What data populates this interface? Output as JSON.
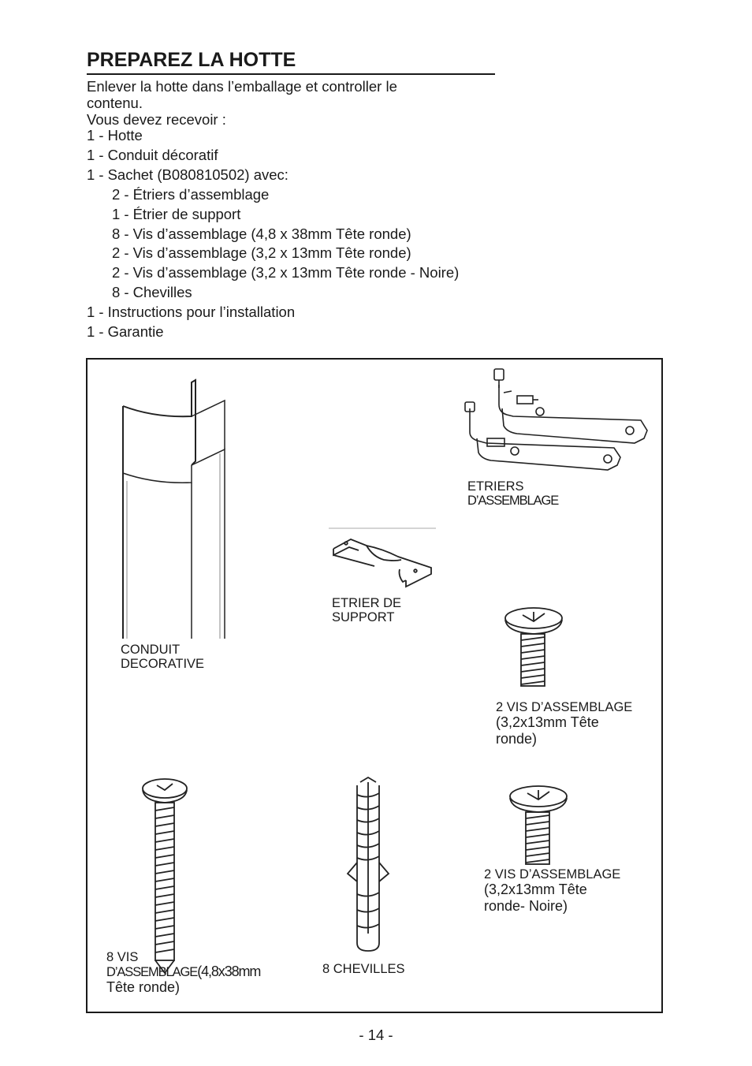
{
  "title": "PREPAREZ LA HOTTE",
  "intro": {
    "line1": "Enlever la hotte dans l’emballage et controller le",
    "line2": "contenu.",
    "line3": "Vous devez recevoir :"
  },
  "items": [
    {
      "num": "1 -",
      "text": "Hotte"
    },
    {
      "num": "1 -",
      "text": "Conduit décoratif"
    },
    {
      "num": "1 -",
      "text": "Sachet (B080810502) avec:"
    },
    {
      "num": "2 -",
      "text": "Étriers d’assemblage"
    },
    {
      "num": "1 -",
      "text": "Étrier de support"
    },
    {
      "num": "8 -",
      "text": "Vis d’assemblage (4,8 x 38mm Tête ronde)"
    },
    {
      "num": "2 -",
      "text": "Vis d’assemblage (3,2 x 13mm Tête ronde)"
    },
    {
      "num": "2 -",
      "text": "Vis d’assemblage (3,2 x 13mm Tête ronde - Noire)"
    },
    {
      "num": "8 -",
      "text": "Chevilles"
    },
    {
      "num": "1 -",
      "text": "Instructions pour l’installation"
    },
    {
      "num": "1 -",
      "text": "Garantie"
    }
  ],
  "captions": {
    "etriers": {
      "l1": "ETRIERS",
      "l2": "D’ASSEMBLAGE"
    },
    "support": {
      "l1": "ETRIER DE",
      "l2": "SUPPORT"
    },
    "conduit": {
      "l1": "CONDUIT",
      "l2": "DECORATIVE"
    },
    "vis2": {
      "l1": "2 VIS D’ASSEMBLAGE",
      "l2": "(3,2x13mm Tête",
      "l3": "ronde)"
    },
    "vis2n": {
      "l1": "2 VIS D’ASSEMBLAGE",
      "l2": "(3,2x13mm Tête",
      "l3": "ronde- Noire)"
    },
    "vis8": {
      "l1": "8 VIS",
      "l2a": "D’ASSEMBLAGE",
      "l2b": "(4,8x38mm",
      "l3": "Tête ronde)"
    },
    "chevilles": {
      "l1": "8 CHEVILLES"
    }
  },
  "page_number": "- 14 -"
}
